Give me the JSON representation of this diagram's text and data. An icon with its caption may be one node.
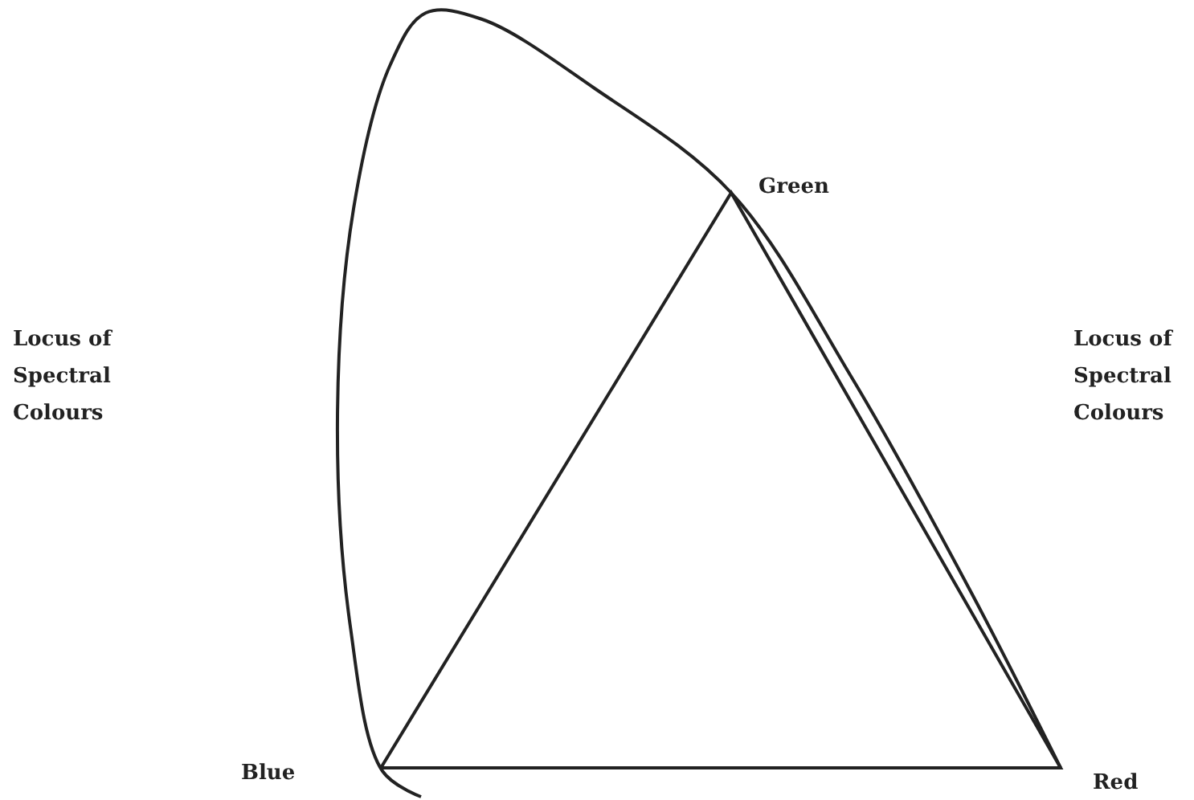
{
  "diagram": {
    "labels": [
      "Green",
      "Locus of Spectral Colours",
      "Locus of Spectral Colours",
      "Blue",
      "Red"
    ]
  }
}
